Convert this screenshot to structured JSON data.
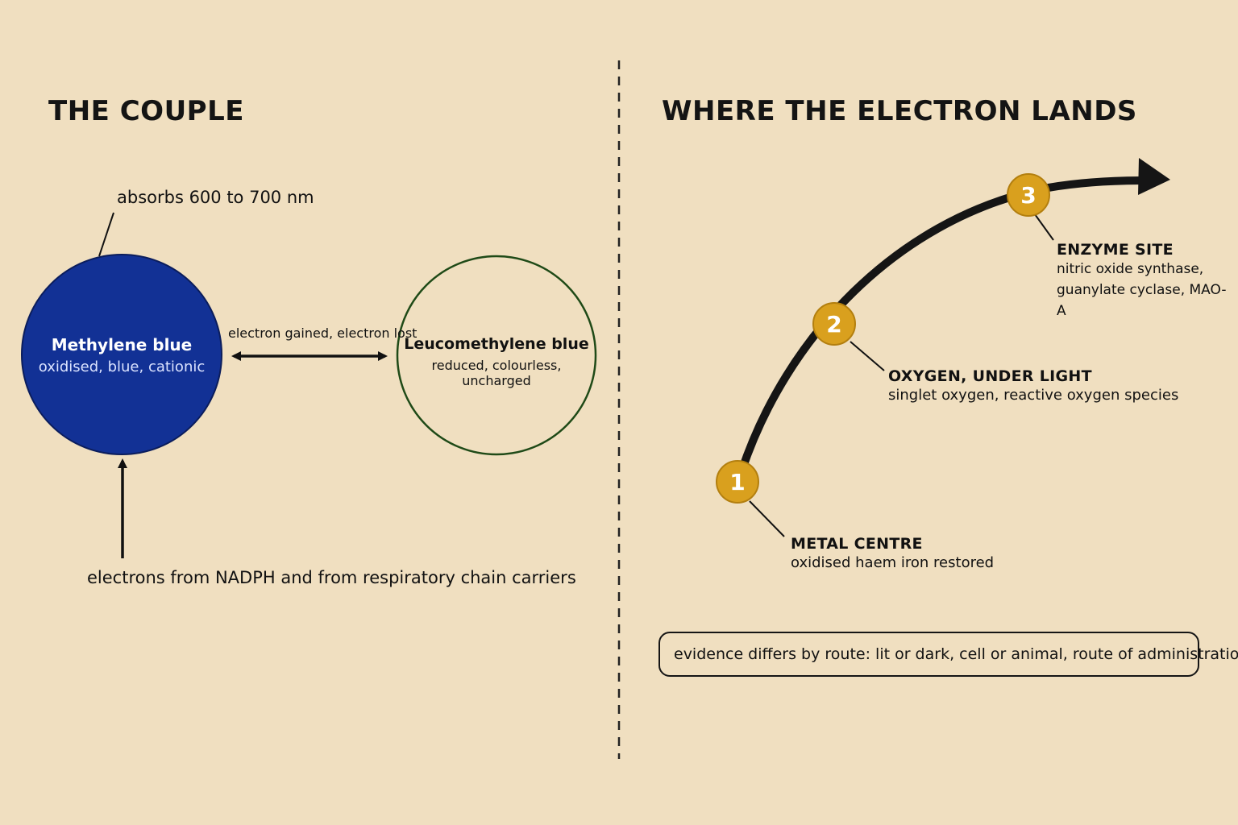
{
  "left_panel": {
    "heading": "THE COUPLE",
    "absorbs_label": "absorbs 600 to 700 nm",
    "oxidised_form": {
      "name": "Methylene blue",
      "description": "oxidised, blue, cationic",
      "fill_color": "#123195"
    },
    "reduced_form": {
      "name": "Leucomethylene blue",
      "description": "reduced, colourless, uncharged",
      "outline_color": "#1f4a17"
    },
    "exchange_label": "electron gained, electron lost",
    "source_label": "electrons from NADPH and from respiratory chain carriers"
  },
  "right_panel": {
    "heading": "WHERE THE ELECTRON LANDS",
    "marker_color": "#d9a01e",
    "nodes": [
      {
        "number": "1",
        "title": "METAL CENTRE",
        "description": "oxidised haem iron restored"
      },
      {
        "number": "2",
        "title": "OXYGEN, UNDER LIGHT",
        "description": "singlet oxygen, reactive oxygen species"
      },
      {
        "number": "3",
        "title": "ENZYME SITE",
        "description": "nitric oxide synthase, guanylate cyclase, MAO-A"
      }
    ],
    "note": "evidence differs by route: lit or dark, cell or animal, route of administration"
  }
}
